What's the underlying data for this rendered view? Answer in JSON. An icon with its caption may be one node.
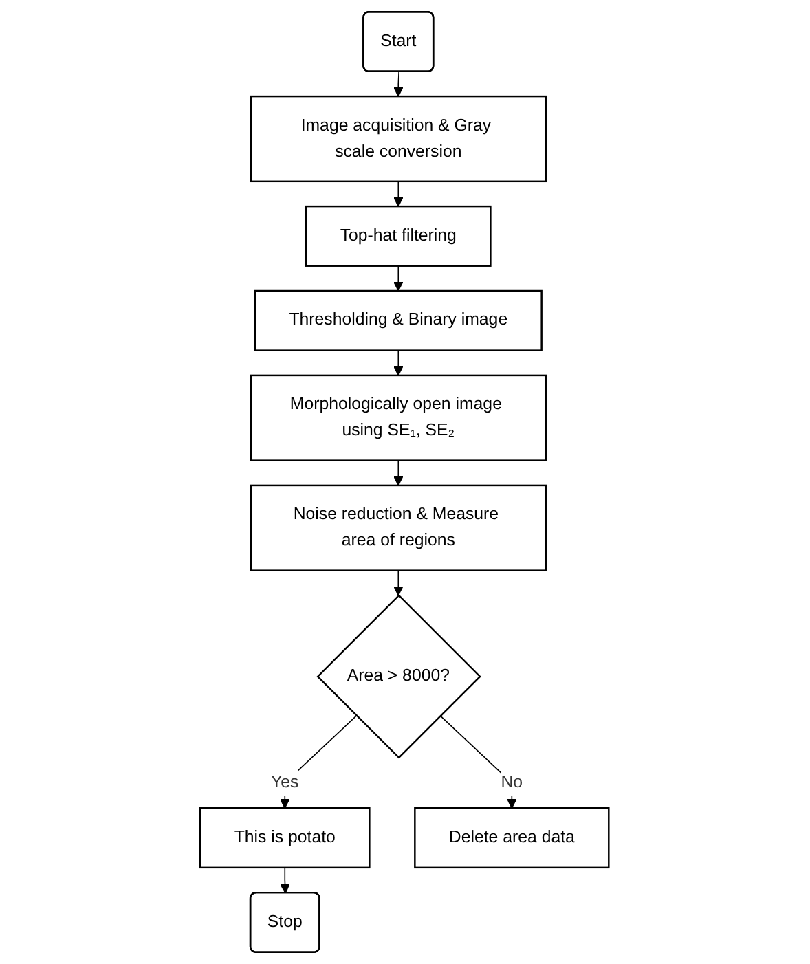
{
  "diagram": {
    "nodes": [
      {
        "text": [
          "Start"
        ]
      },
      {
        "text": [
          "Image acquisition & Gray scale conversion"
        ]
      },
      {
        "text": [
          "Top-hat filtering"
        ]
      },
      {
        "text": [
          "Thresholding & Binary image"
        ]
      },
      {
        "text": [
          "Morphologically open image using SE₁, SE₂"
        ]
      },
      {
        "text": [
          "Noise reduction & Measure area of regions"
        ]
      },
      {
        "text": [
          "Area > 8000?"
        ]
      },
      {
        "text": [
          "This is potato"
        ]
      },
      {
        "text": [
          "Delete area data"
        ]
      },
      {
        "text": [
          "Stop"
        ]
      }
    ],
    "edges": [
      {
        "from": 0,
        "to": 1,
        "arrow": "to"
      },
      {
        "from": 1,
        "to": 2,
        "arrow": "to"
      },
      {
        "from": 2,
        "to": 3,
        "arrow": "to"
      },
      {
        "from": 3,
        "to": 4,
        "arrow": "to"
      },
      {
        "from": 4,
        "to": 5,
        "arrow": "to"
      },
      {
        "from": 5,
        "to": 6,
        "arrow": "to"
      },
      {
        "from": 6,
        "to": 7,
        "label": "Yes",
        "arrow": "to"
      },
      {
        "from": 6,
        "to": 8,
        "label": "No",
        "arrow": "to"
      },
      {
        "from": 7,
        "to": 9,
        "arrow": "to"
      }
    ]
  }
}
